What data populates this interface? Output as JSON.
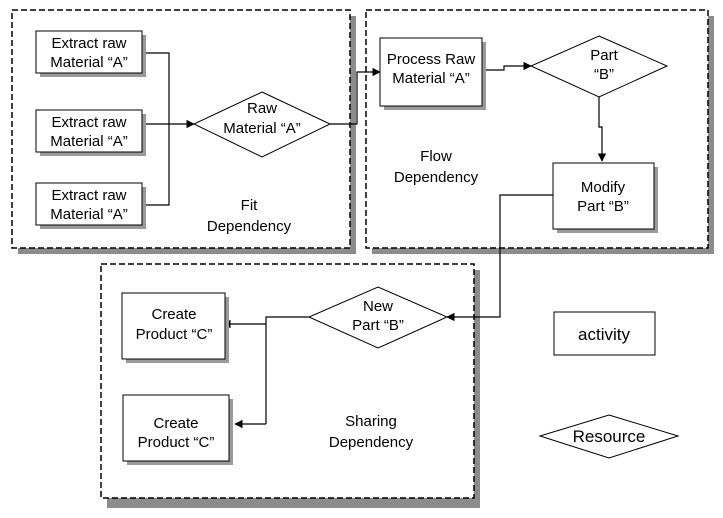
{
  "nodes": {
    "extract_1": [
      "Extract raw",
      "Material “A”"
    ],
    "extract_2": [
      "Extract raw",
      "Material “A”"
    ],
    "extract_3": [
      "Extract raw",
      "Material “A”"
    ],
    "raw_material": [
      "Raw",
      "Material “A”"
    ],
    "process_raw": [
      "Process Raw",
      "Material “A”"
    ],
    "part_b": [
      "Part",
      "“B”"
    ],
    "modify_part": [
      "Modify",
      "Part “B”"
    ],
    "new_part": [
      "New",
      "Part “B”"
    ],
    "create_1": [
      "Create",
      "Product “C”"
    ],
    "create_2": [
      "Create",
      "Product “C”"
    ]
  },
  "labels": {
    "fit": [
      "Fit",
      "Dependency"
    ],
    "flow": [
      "Flow",
      "Dependency"
    ],
    "sharing": [
      "Sharing",
      "Dependency"
    ]
  },
  "legend": {
    "activity": "activity",
    "resource": "Resource"
  }
}
